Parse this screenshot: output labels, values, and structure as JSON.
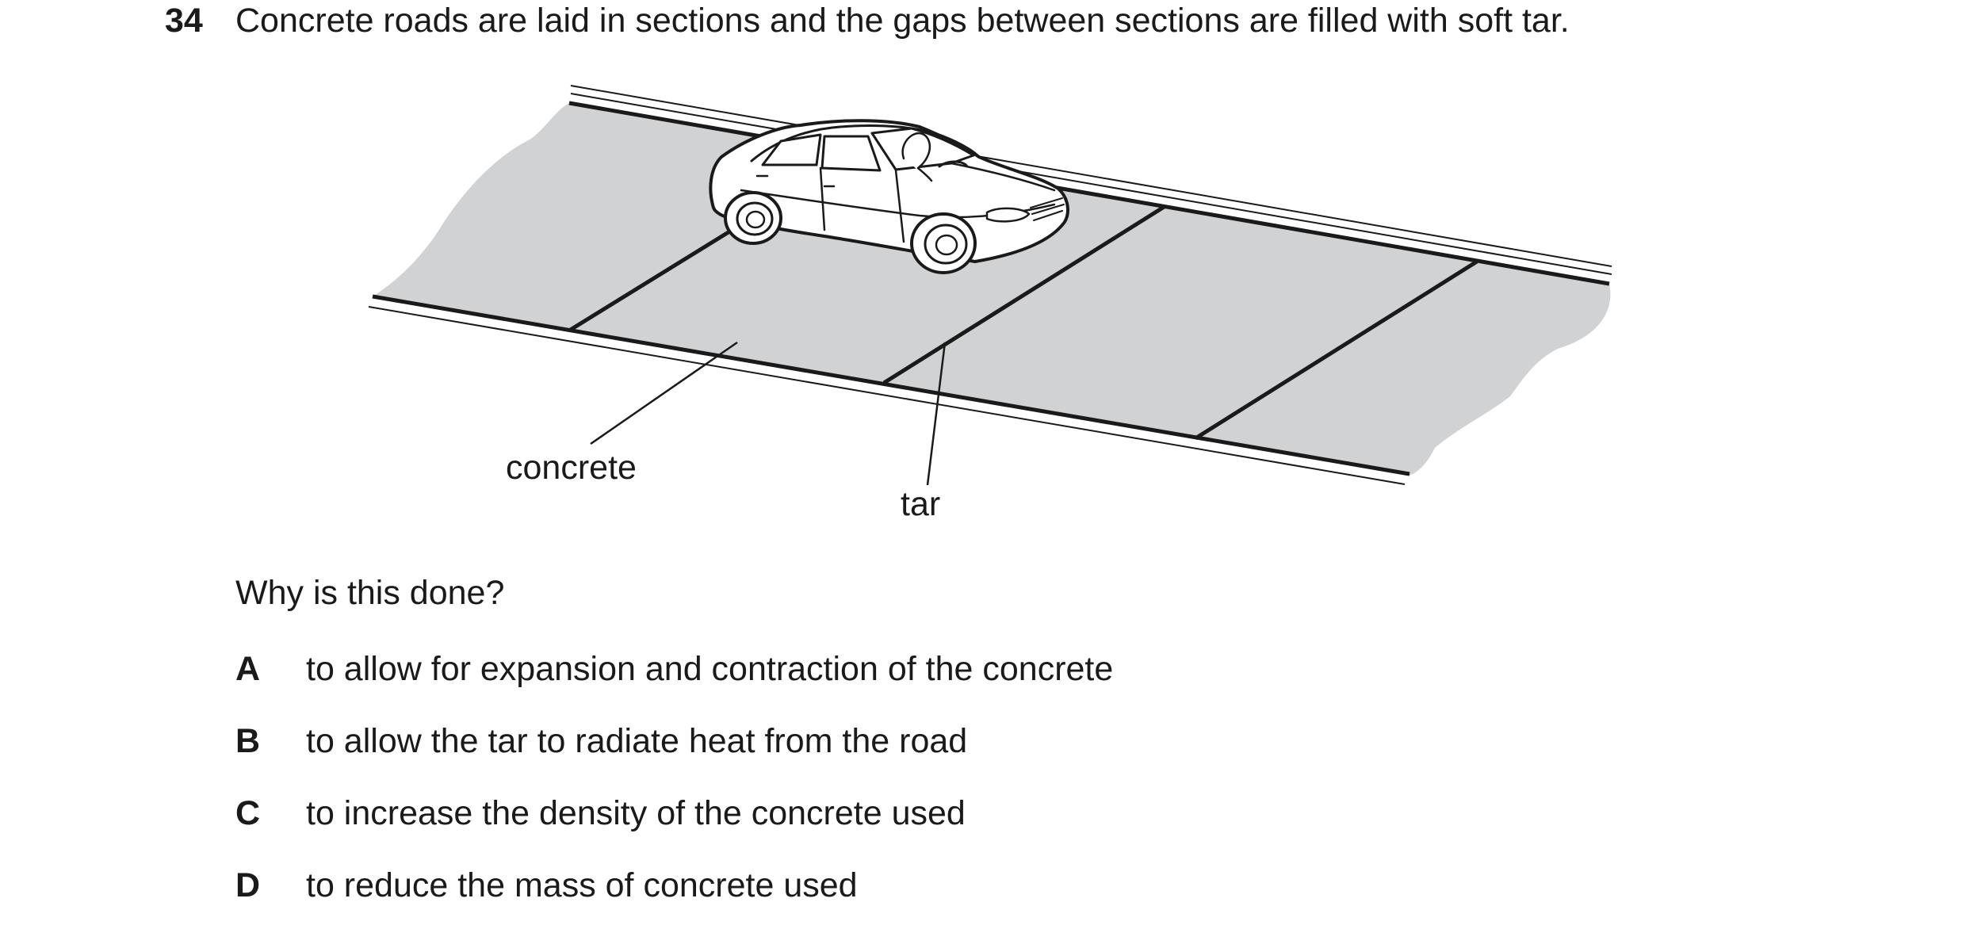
{
  "question": {
    "number": "34",
    "stem": "Concrete roads are laid in sections and the gaps between sections are filled with soft tar.",
    "prompt": "Why is this done?"
  },
  "diagram": {
    "labels": {
      "concrete": "concrete",
      "tar": "tar"
    },
    "colors": {
      "road_fill": "#d1d2d4",
      "line": "#1a1a1a"
    }
  },
  "options": [
    {
      "letter": "A",
      "text": "to allow for expansion and contraction of the concrete"
    },
    {
      "letter": "B",
      "text": "to allow the tar to radiate heat from the road"
    },
    {
      "letter": "C",
      "text": "to increase the density of the concrete used"
    },
    {
      "letter": "D",
      "text": "to reduce the mass of concrete used"
    }
  ]
}
